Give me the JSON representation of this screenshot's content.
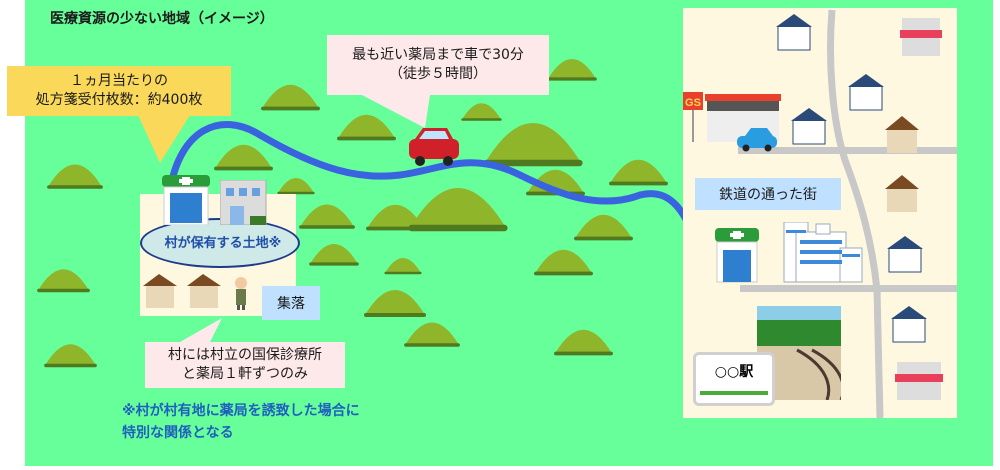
{
  "title": "医療資源の少ない地域（イメージ）",
  "callouts": {
    "prescriptions": {
      "line1": "１ヵ月当たりの",
      "line2": "処方箋受付枚数：約400枚"
    },
    "nearest_pharmacy": {
      "line1": "最も近い薬局まで車で30分",
      "line2": "（徒歩５時間）"
    },
    "village_facilities": {
      "line1": "村には村立の国保診療所",
      "line2": "と薬局１軒ずつのみ"
    }
  },
  "labels": {
    "village_land": "村が保有する土地※",
    "settlement": "集落",
    "railway_town": "鉄道の通った街",
    "station_sign": "○○駅",
    "gas_station": "GS"
  },
  "footnote": {
    "line1": "※村が村有地に薬局を誘致した場合に",
    "line2": "特別な関係となる"
  },
  "colors": {
    "field": "#66ff99",
    "road": "#3a63e0",
    "hill": "#8fb52a",
    "callout_yellow": "#f9d85a",
    "callout_pink": "#fde8ea",
    "tag_blue": "#bfe0ff",
    "note_text": "#1f5fc0"
  }
}
